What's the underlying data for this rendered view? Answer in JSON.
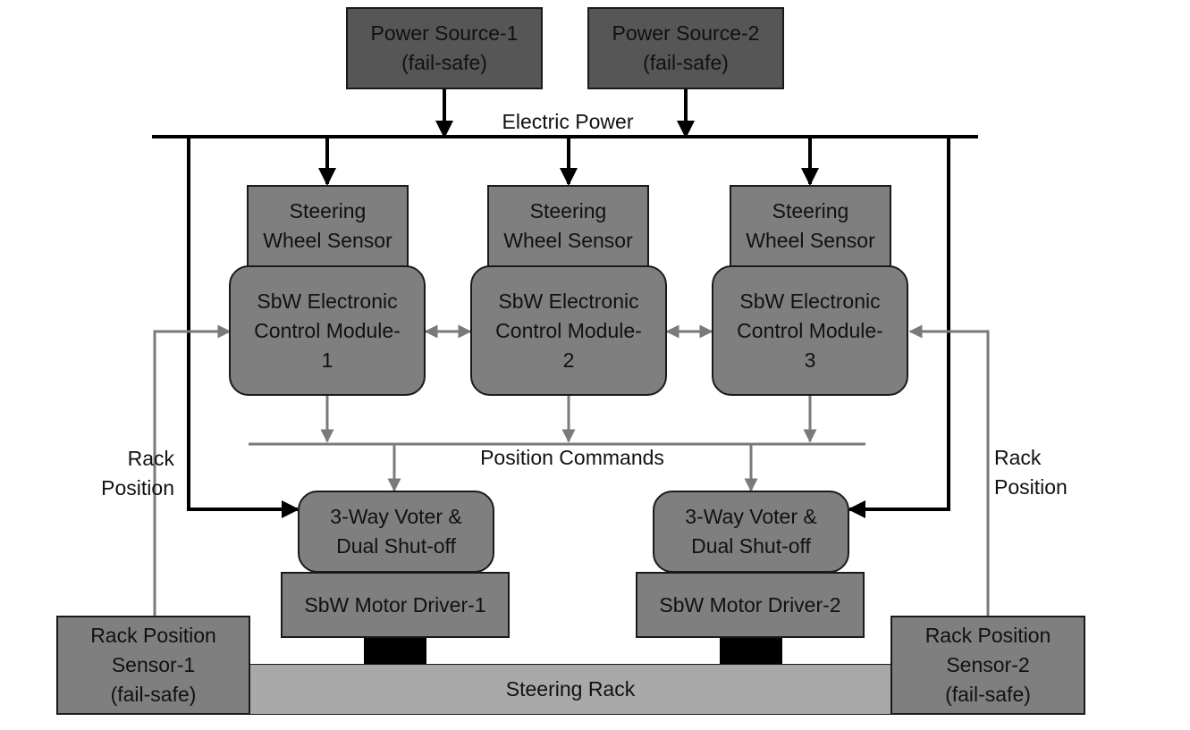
{
  "boxes": {
    "power_source_1": [
      "Power Source-1",
      "(fail-safe)"
    ],
    "power_source_2": [
      "Power Source-2",
      "(fail-safe)"
    ],
    "steering_wheel_sensor_1": [
      "Steering",
      "Wheel Sensor"
    ],
    "steering_wheel_sensor_2": [
      "Steering",
      "Wheel Sensor"
    ],
    "steering_wheel_sensor_3": [
      "Steering",
      "Wheel Sensor"
    ],
    "ecm_1": [
      "SbW Electronic",
      "Control Module-",
      "1"
    ],
    "ecm_2": [
      "SbW Electronic",
      "Control Module-",
      "2"
    ],
    "ecm_3": [
      "SbW Electronic",
      "Control Module-",
      "3"
    ],
    "voter_1": [
      "3-Way Voter &",
      "Dual Shut-off"
    ],
    "voter_2": [
      "3-Way Voter &",
      "Dual Shut-off"
    ],
    "motor_driver_1": "SbW Motor Driver-1",
    "motor_driver_2": "SbW Motor Driver-2",
    "rack_sensor_1": [
      "Rack Position",
      "Sensor-1",
      "(fail-safe)"
    ],
    "rack_sensor_2": [
      "Rack Position",
      "Sensor-2",
      "(fail-safe)"
    ],
    "steering_rack": "Steering Rack"
  },
  "labels": {
    "electric_power": "Electric Power",
    "position_commands": "Position Commands",
    "rack_position_left": [
      "Rack",
      "Position"
    ],
    "rack_position_right": [
      "Rack",
      "Position"
    ]
  },
  "colors": {
    "power_box": "#565656",
    "module_box": "#7f7f7f",
    "rack_bar": "#a9a9a9",
    "power_line": "#000000",
    "signal_line": "#808080"
  }
}
